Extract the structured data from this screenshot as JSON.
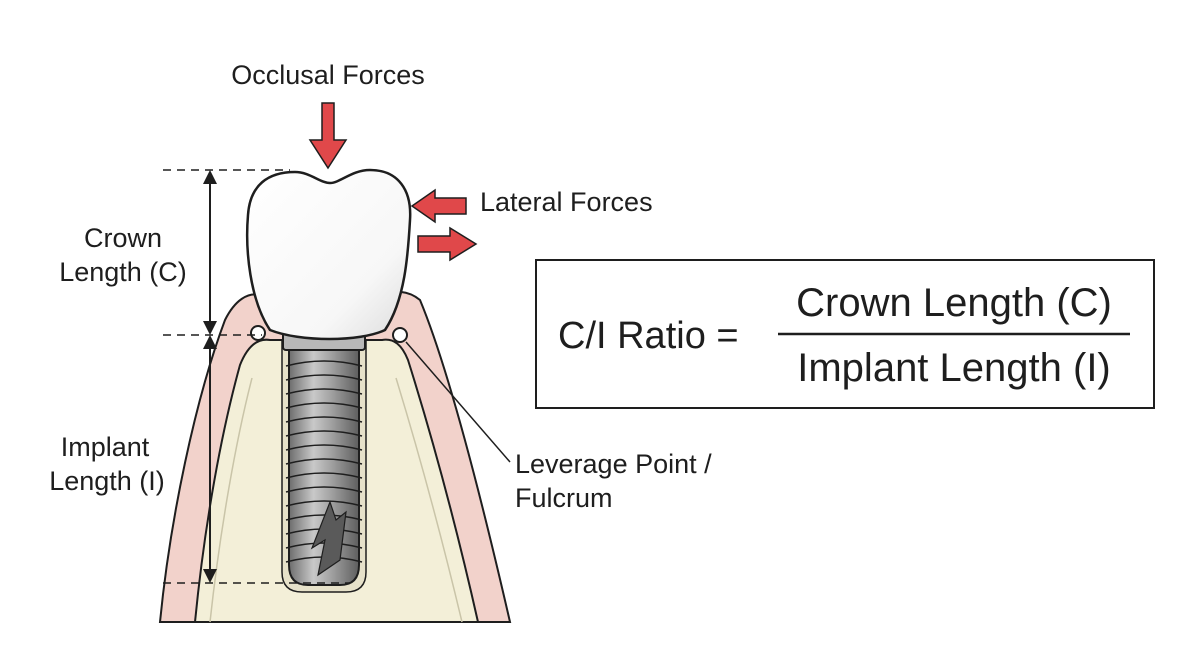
{
  "labels": {
    "occlusal_forces": "Occlusal Forces",
    "lateral_forces": "Lateral Forces",
    "crown_length_line1": "Crown",
    "crown_length_line2": "Length (C)",
    "implant_length_line1": "Implant",
    "implant_length_line2": "Length (I)",
    "leverage_line1": "Leverage Point /",
    "leverage_line2": "Fulcrum"
  },
  "formula": {
    "left": "C/I Ratio =",
    "numerator": "Crown Length (C)",
    "denominator": "Implant Length (I)"
  },
  "colors": {
    "force_arrow": "#e0484a",
    "gum": "#f2d2cb",
    "bone": "#f3efd8",
    "implant": "#8e8e8e",
    "crown": "#ffffff",
    "outline": "#1e1e1e"
  },
  "icons": [
    "tooth-crown-icon",
    "implant-screw-icon",
    "force-arrow-icon",
    "fulcrum-point-icon"
  ]
}
